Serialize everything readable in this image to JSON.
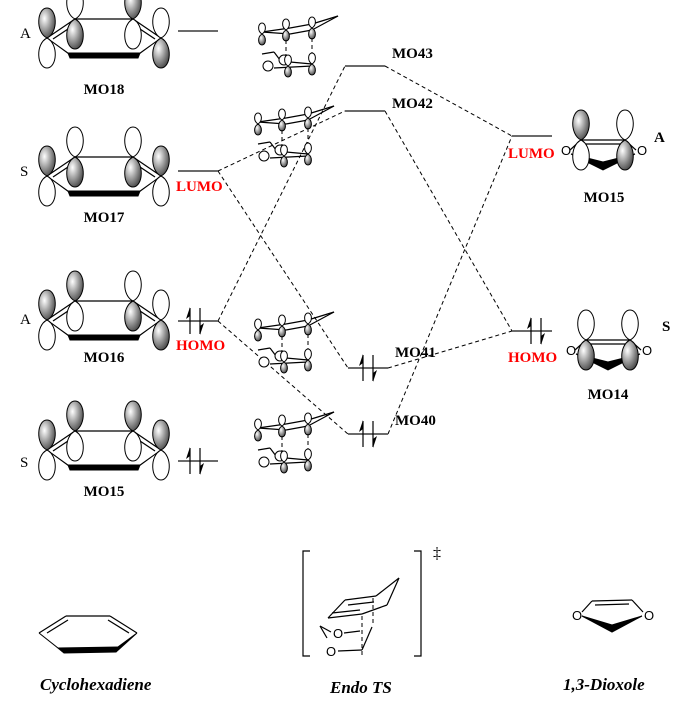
{
  "diagram": {
    "type": "molecular-orbital-correlation-diagram",
    "accent_color": "#ff0000",
    "left_fragment": {
      "name": "Cyclohexadiene",
      "orbitals": [
        {
          "label": "MO18",
          "symmetry": "A",
          "occupied": false,
          "frontier": ""
        },
        {
          "label": "MO17",
          "symmetry": "S",
          "occupied": false,
          "frontier": "LUMO"
        },
        {
          "label": "MO16",
          "symmetry": "A",
          "occupied": true,
          "frontier": "HOMO"
        },
        {
          "label": "MO15",
          "symmetry": "S",
          "occupied": true,
          "frontier": ""
        }
      ]
    },
    "transition_state": {
      "name": "Endo TS",
      "superscript": "‡",
      "orbitals": [
        {
          "label": "MO43",
          "occupied": false
        },
        {
          "label": "MO42",
          "occupied": false
        },
        {
          "label": "MO41",
          "occupied": true
        },
        {
          "label": "MO40",
          "occupied": true
        }
      ]
    },
    "right_fragment": {
      "name": "1,3-Dioxole",
      "orbitals": [
        {
          "label": "MO15",
          "symmetry": "A",
          "occupied": false,
          "frontier": "LUMO"
        },
        {
          "label": "MO14",
          "symmetry": "S",
          "occupied": true,
          "frontier": "HOMO"
        }
      ]
    },
    "correlations": [
      {
        "from": "Cyclohexadiene MO17",
        "to": "TS MO42"
      },
      {
        "from": "Cyclohexadiene MO17",
        "to": "TS MO41"
      },
      {
        "from": "Cyclohexadiene MO16",
        "to": "TS MO43"
      },
      {
        "from": "Cyclohexadiene MO16",
        "to": "TS MO40"
      },
      {
        "from": "1,3-Dioxole MO15",
        "to": "TS MO43"
      },
      {
        "from": "1,3-Dioxole MO15",
        "to": "TS MO40"
      },
      {
        "from": "1,3-Dioxole MO14",
        "to": "TS MO42"
      },
      {
        "from": "1,3-Dioxole MO14",
        "to": "TS MO41"
      }
    ],
    "atom_label": "O"
  }
}
